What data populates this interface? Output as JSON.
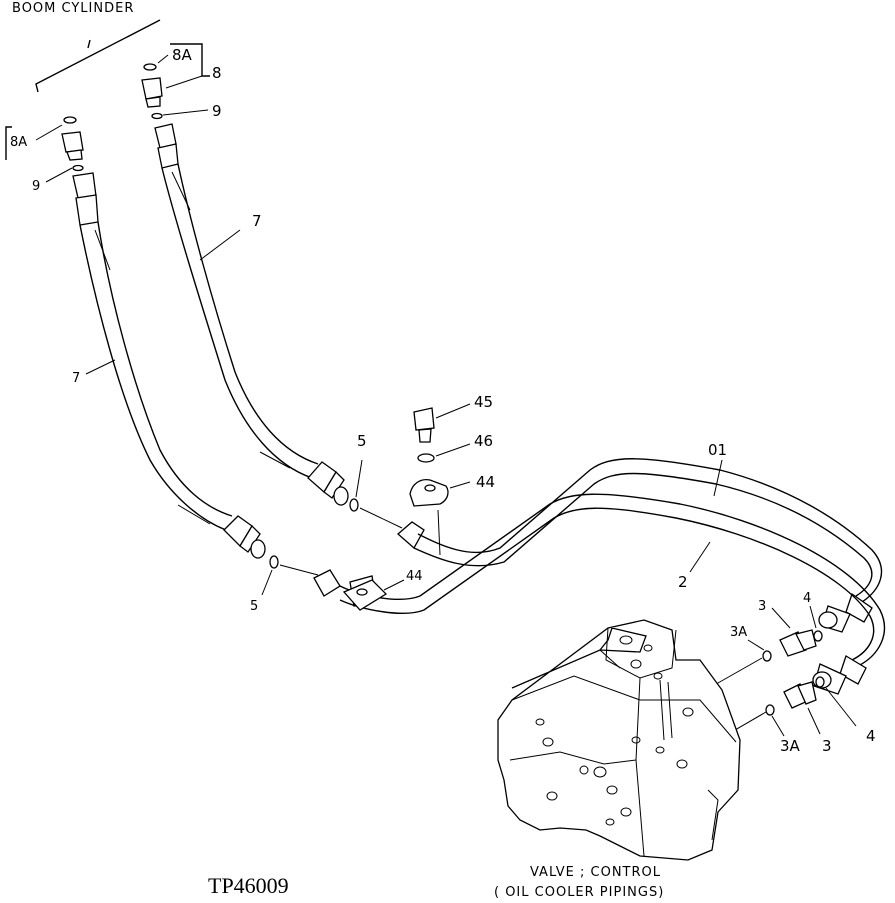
{
  "header": {
    "boom_cylinder": "BOOM CYLINDER"
  },
  "callouts": {
    "c8a_top": "8A",
    "c8_top": "8",
    "c9_top": "9",
    "c8a_left": "8A",
    "c9_left": "9",
    "c7_right": "7",
    "c7_left": "7",
    "c45": "45",
    "c46": "46",
    "c44_top": "44",
    "c5_top": "5",
    "c01": "01",
    "c2": "2",
    "c44_low": "44",
    "c5_low": "5",
    "c3_top": "3",
    "c4_top": "4",
    "c3a_top": "3A",
    "c3a_low": "3A",
    "c3_low": "3",
    "c4_low": "4"
  },
  "caption": {
    "line1": "VALVE ; CONTROL",
    "line2": "( OIL  COOLER PIPINGS)"
  },
  "figure_id": "TP46009"
}
